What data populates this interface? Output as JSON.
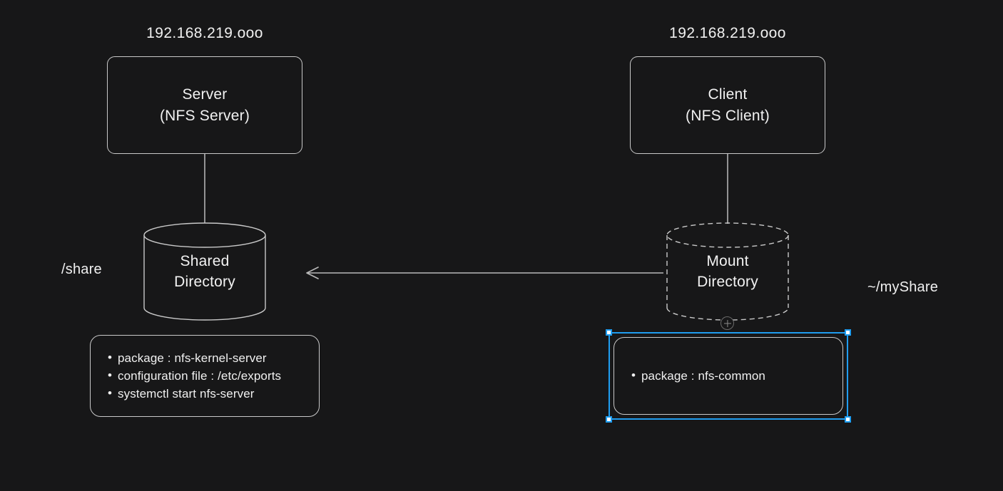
{
  "canvas": {
    "background_color": "#171718",
    "stroke_color": "#c9c9c9",
    "text_color": "#f0f0f0",
    "selection_color": "#1f9df0"
  },
  "server_side": {
    "ip_label": "192.168.219.ooo",
    "node_label": "Server\n(NFS Server)",
    "path_label": "/share",
    "storage_label": "Shared\nDirectory",
    "storage_style": "solid",
    "notes": [
      "package : nfs-kernel-server",
      "configuration file : /etc/exports",
      "systemctl start nfs-server"
    ]
  },
  "client_side": {
    "ip_label": "192.168.219.ooo",
    "node_label": "Client\n(NFS Client)",
    "path_label": "~/myShare",
    "storage_label": "Mount\nDirectory",
    "storage_style": "dashed",
    "notes": [
      "package : nfs-common"
    ],
    "selected": true,
    "add_button_label": "+"
  },
  "connector": {
    "direction": "right-to-left",
    "arrow_head": "open",
    "from": "Mount Directory",
    "to": "Shared Directory"
  }
}
